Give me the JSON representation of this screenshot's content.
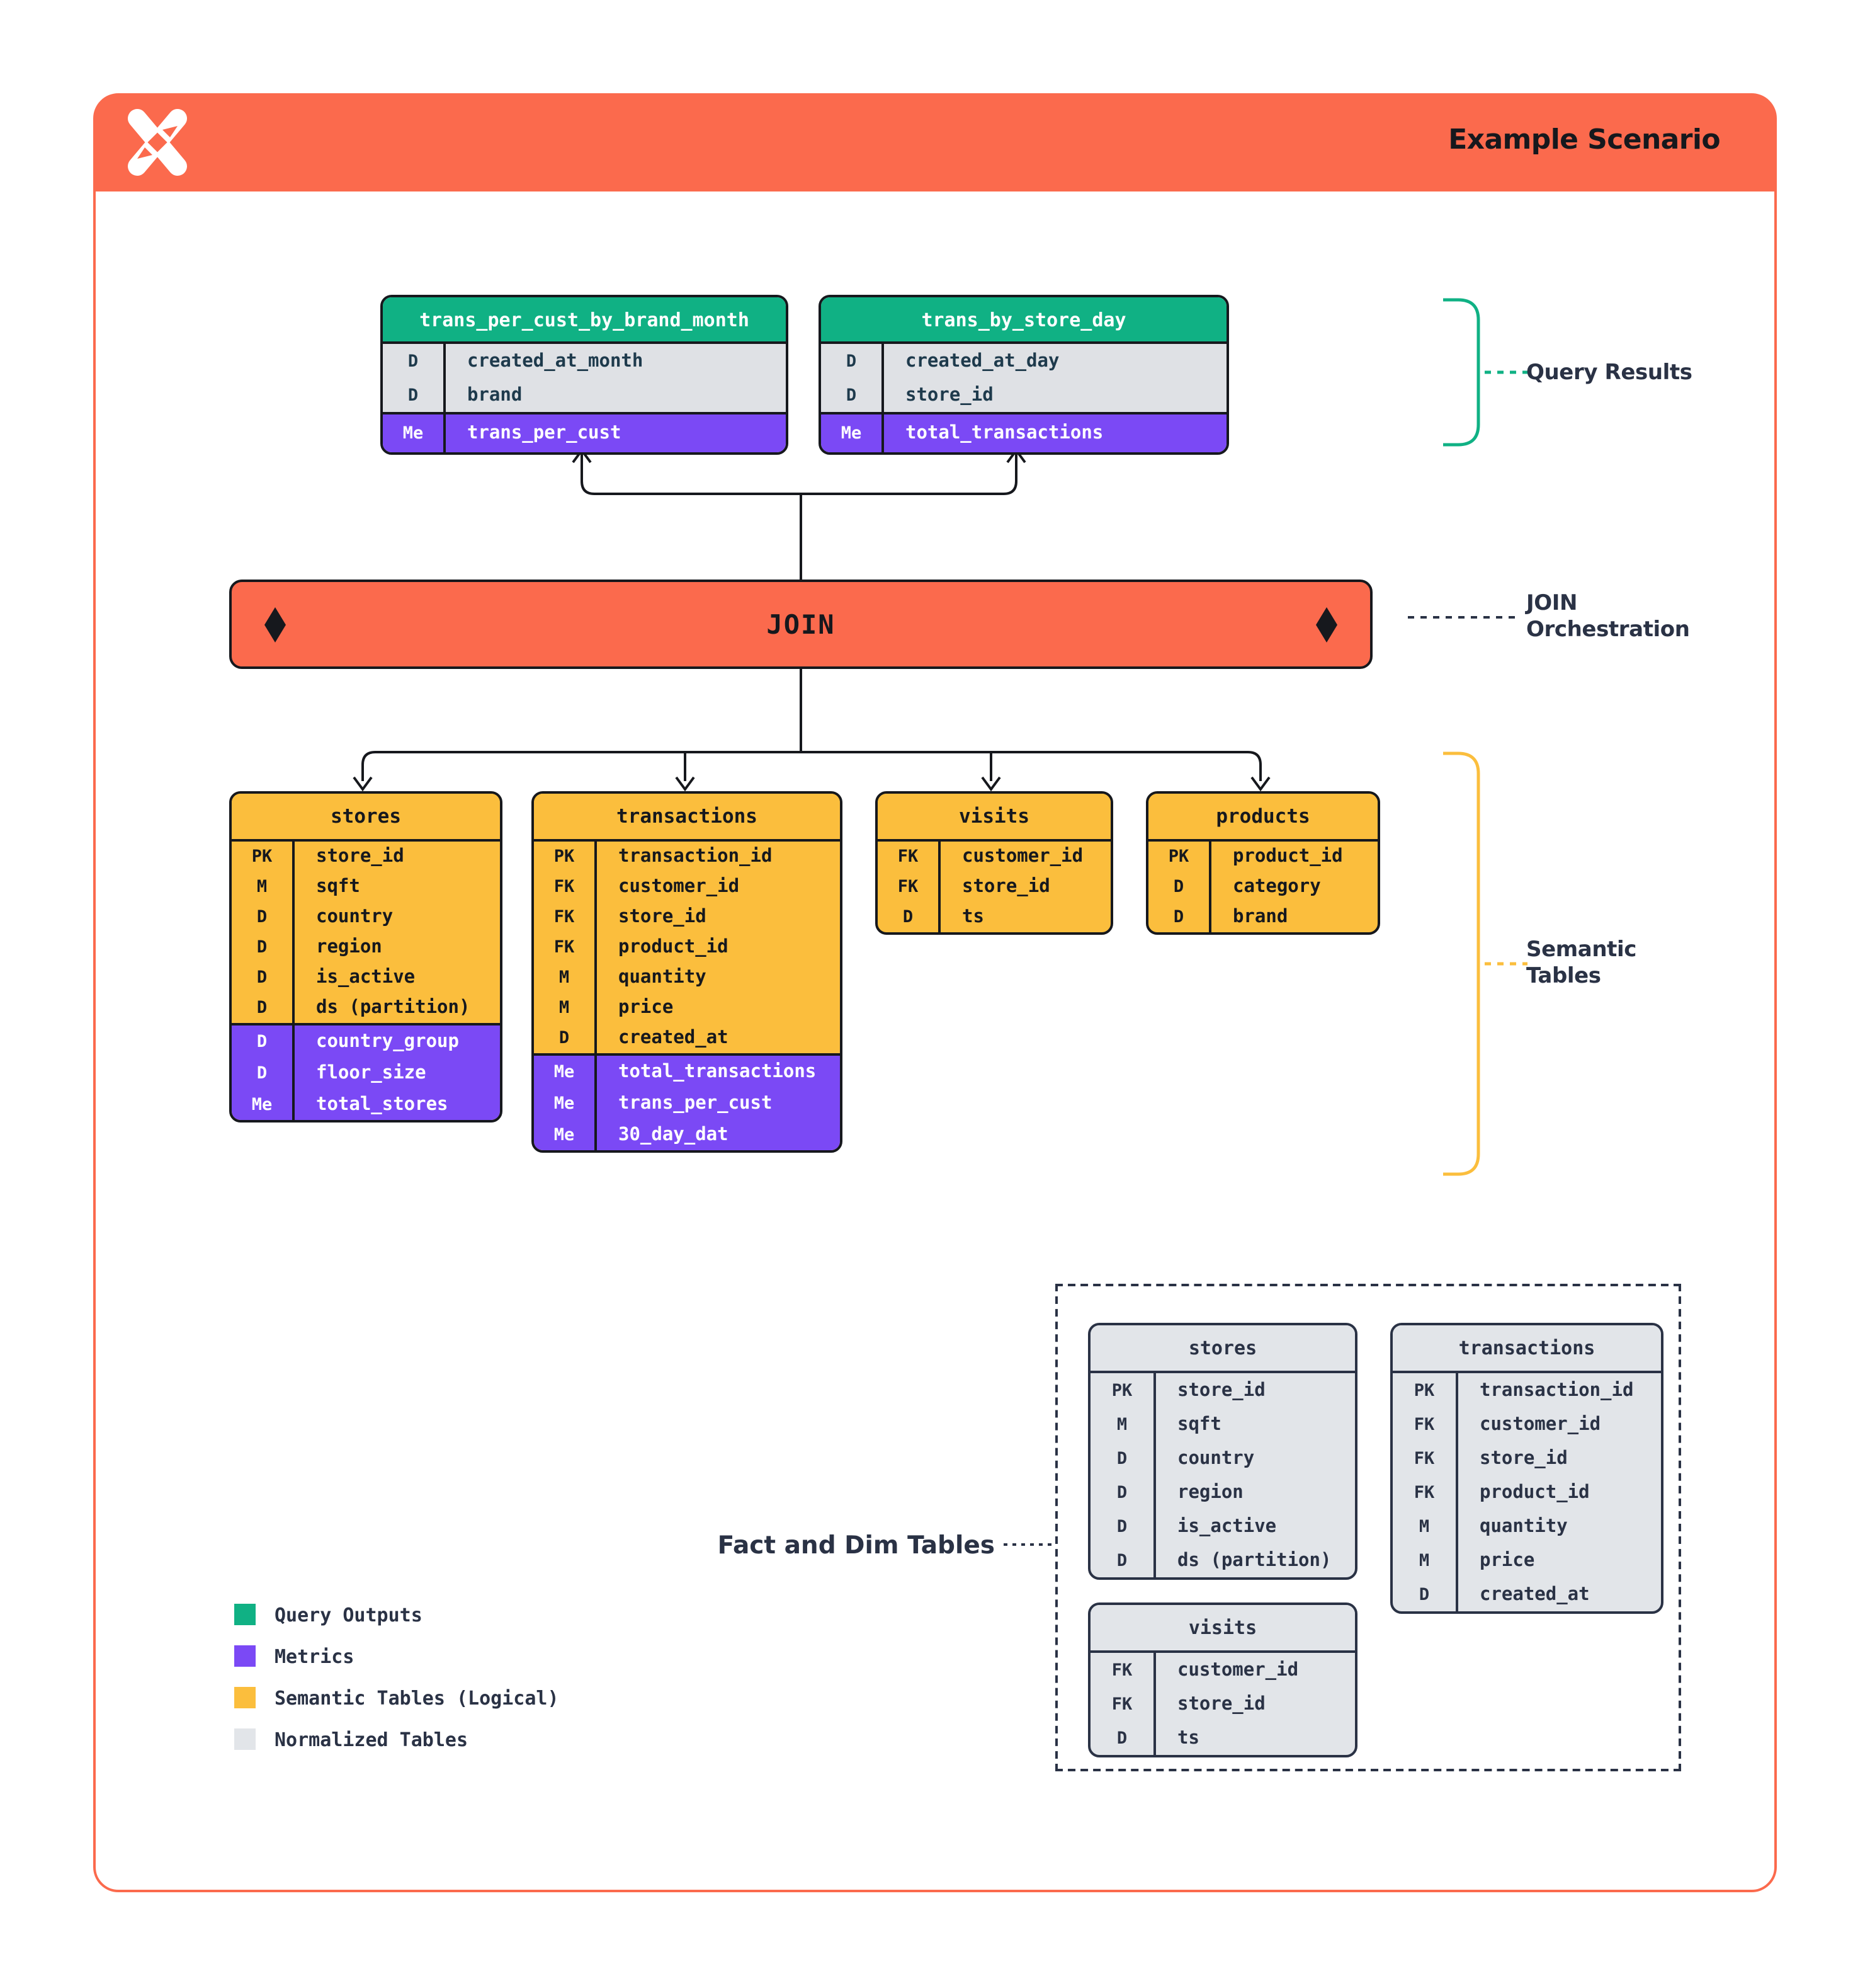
{
  "header": {
    "title": "Example Scenario"
  },
  "join_bar": {
    "label": "JOIN"
  },
  "side_labels": {
    "query_results": "Query Results",
    "join_orchestration": [
      "JOIN",
      "Orchestration"
    ],
    "semantic_tables": [
      "Semantic",
      "Tables"
    ],
    "fact_and_dim": "Fact and Dim Tables"
  },
  "colors": {
    "orange": "#FB6A4D",
    "green": "#10B184",
    "purple": "#7B49F5",
    "yellow": "#FBBE3D",
    "gray": "#E2E5E9",
    "navy": "#2A3245",
    "black": "#16181D"
  },
  "query_result_tables": [
    {
      "title": "trans_per_cust_by_brand_month",
      "fields": [
        {
          "key": "D",
          "name": "created_at_month"
        },
        {
          "key": "D",
          "name": "brand"
        }
      ],
      "metrics": [
        {
          "key": "Me",
          "name": "trans_per_cust"
        }
      ]
    },
    {
      "title": "trans_by_store_day",
      "fields": [
        {
          "key": "D",
          "name": "created_at_day"
        },
        {
          "key": "D",
          "name": "store_id"
        }
      ],
      "metrics": [
        {
          "key": "Me",
          "name": "total_transactions"
        }
      ]
    }
  ],
  "semantic_tables": [
    {
      "title": "stores",
      "fields": [
        {
          "key": "PK",
          "name": "store_id"
        },
        {
          "key": "M",
          "name": "sqft"
        },
        {
          "key": "D",
          "name": "country"
        },
        {
          "key": "D",
          "name": "region"
        },
        {
          "key": "D",
          "name": "is_active"
        },
        {
          "key": "D",
          "name": "ds (partition)"
        }
      ],
      "metrics": [
        {
          "key": "D",
          "name": "country_group"
        },
        {
          "key": "D",
          "name": "floor_size"
        },
        {
          "key": "Me",
          "name": "total_stores"
        }
      ]
    },
    {
      "title": "transactions",
      "fields": [
        {
          "key": "PK",
          "name": "transaction_id"
        },
        {
          "key": "FK",
          "name": "customer_id"
        },
        {
          "key": "FK",
          "name": "store_id"
        },
        {
          "key": "FK",
          "name": "product_id"
        },
        {
          "key": "M",
          "name": "quantity"
        },
        {
          "key": "M",
          "name": "price"
        },
        {
          "key": "D",
          "name": "created_at"
        }
      ],
      "metrics": [
        {
          "key": "Me",
          "name": "total_transactions"
        },
        {
          "key": "Me",
          "name": "trans_per_cust"
        },
        {
          "key": "Me",
          "name": "30_day_dat"
        }
      ]
    },
    {
      "title": "visits",
      "fields": [
        {
          "key": "FK",
          "name": "customer_id"
        },
        {
          "key": "FK",
          "name": "store_id"
        },
        {
          "key": "D",
          "name": "ts"
        }
      ],
      "metrics": []
    },
    {
      "title": "products",
      "fields": [
        {
          "key": "PK",
          "name": "product_id"
        },
        {
          "key": "D",
          "name": "category"
        },
        {
          "key": "D",
          "name": "brand"
        }
      ],
      "metrics": []
    }
  ],
  "normalized_tables": [
    {
      "title": "stores",
      "fields": [
        {
          "key": "PK",
          "name": "store_id"
        },
        {
          "key": "M",
          "name": "sqft"
        },
        {
          "key": "D",
          "name": "country"
        },
        {
          "key": "D",
          "name": "region"
        },
        {
          "key": "D",
          "name": "is_active"
        },
        {
          "key": "D",
          "name": "ds (partition)"
        }
      ],
      "metrics": []
    },
    {
      "title": "transactions",
      "fields": [
        {
          "key": "PK",
          "name": "transaction_id"
        },
        {
          "key": "FK",
          "name": "customer_id"
        },
        {
          "key": "FK",
          "name": "store_id"
        },
        {
          "key": "FK",
          "name": "product_id"
        },
        {
          "key": "M",
          "name": "quantity"
        },
        {
          "key": "M",
          "name": "price"
        },
        {
          "key": "D",
          "name": "created_at"
        }
      ],
      "metrics": []
    },
    {
      "title": "visits",
      "fields": [
        {
          "key": "FK",
          "name": "customer_id"
        },
        {
          "key": "FK",
          "name": "store_id"
        },
        {
          "key": "D",
          "name": "ts"
        }
      ],
      "metrics": []
    }
  ],
  "legend": [
    {
      "swatch": "green",
      "label": "Query Outputs"
    },
    {
      "swatch": "purple",
      "label": "Metrics"
    },
    {
      "swatch": "yellow",
      "label": "Semantic Tables (Logical)"
    },
    {
      "swatch": "gray",
      "label": "Normalized Tables"
    }
  ]
}
